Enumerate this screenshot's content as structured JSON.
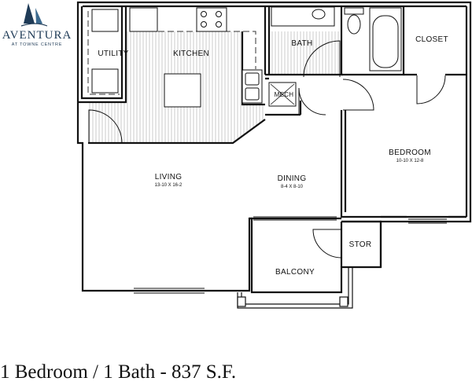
{
  "brand": {
    "name": "AVENTURA",
    "subtitle": "AT TOWNE CENTRE"
  },
  "rooms": {
    "utility": {
      "label": "UTILITY"
    },
    "kitchen": {
      "label": "KITCHEN"
    },
    "bath": {
      "label": "BATH"
    },
    "closet": {
      "label": "CLOSET"
    },
    "mech": {
      "label": "MECH"
    },
    "living": {
      "label": "LIVING",
      "dims": "13-10 X 16-2"
    },
    "dining": {
      "label": "DINING",
      "dims": "8-4 X 8-10"
    },
    "bedroom": {
      "label": "BEDROOM",
      "dims": "10-10 X 12-8"
    },
    "stor": {
      "label": "STOR"
    },
    "balcony": {
      "label": "BALCONY"
    }
  },
  "caption": "1 Bedroom / 1 Bath - 837 S.F.",
  "colors": {
    "brand": "#1f3b57",
    "wall": "#111111",
    "hatch": "#bbbbbb"
  }
}
